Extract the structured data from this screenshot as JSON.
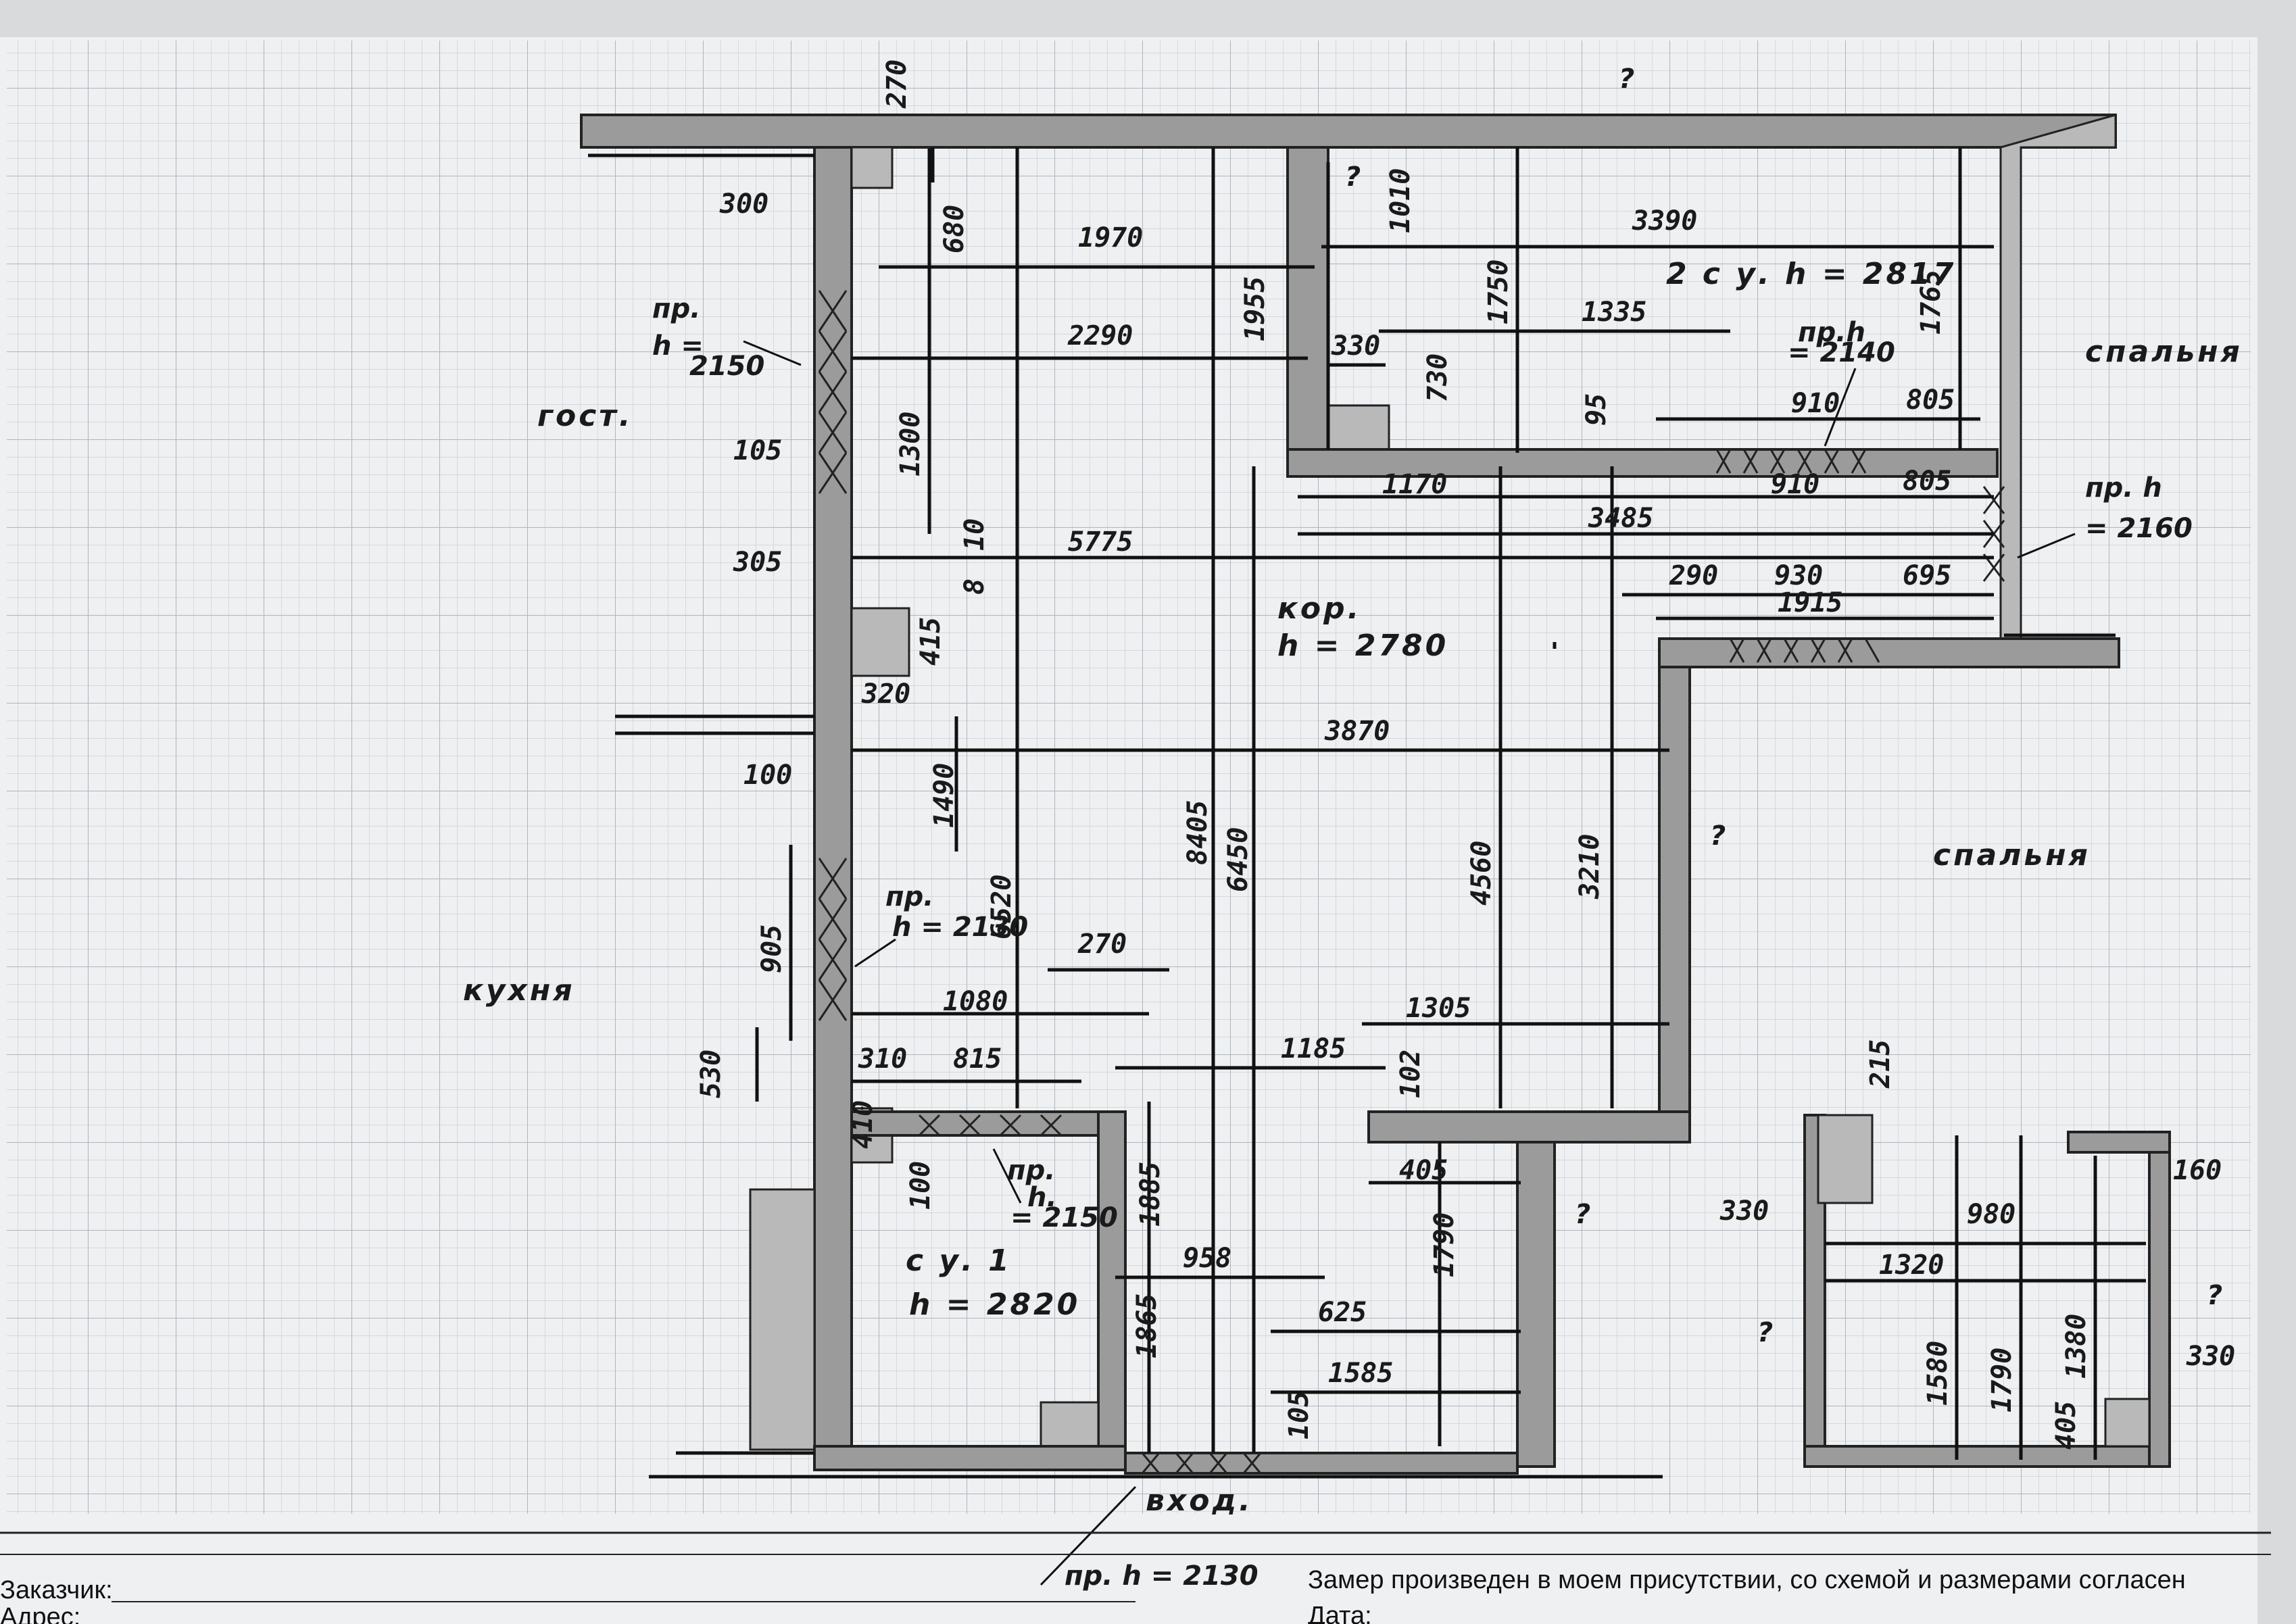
{
  "rooms": {
    "guest": "гост.",
    "kitchen": "кухня",
    "corridor": "кор.",
    "corridor_h": "h = 2780",
    "bath2": "2 с у. h = 2817",
    "bath1": "с у. 1",
    "bath1_h": "h = 2820",
    "bedroom_top": "спальня",
    "bedroom": "спальня",
    "entrance": "вход."
  },
  "notes": {
    "open_top_left_1": "пр.",
    "open_top_left_2": "h =",
    "open_top_left_3": "2150",
    "open_bath2_1": "пр.h",
    "open_bath2_2": "= 2140",
    "open_right_1": "пр. h",
    "open_right_2": "= 2160",
    "open_kitchen_1": "пр.",
    "open_kitchen_2": "h = 2130",
    "open_bath1_1": "пр.",
    "open_bath1_2": "h.",
    "open_bath1_3": "= 2150",
    "open_entrance": "пр. h = 2130",
    "q1": "?",
    "q2": "?",
    "q3": "?",
    "q4": "?",
    "q5": "?",
    "q6": "?"
  },
  "dims": [
    "270",
    "300",
    "680",
    "1970",
    "1955",
    "1010",
    "3390",
    "1750",
    "1765",
    "2290",
    "330",
    "730",
    "1335",
    "105",
    "1300",
    "95",
    "910",
    "805",
    "1170",
    "910",
    "805",
    "3485",
    "305",
    "10",
    "5775",
    "8",
    "290",
    "930",
    "695",
    "1915",
    "415",
    "320",
    "3870",
    "100",
    "1490",
    "8405",
    "6450",
    "4560",
    "3210",
    "6520",
    "905",
    "270",
    "1080",
    "1305",
    "530",
    "310",
    "815",
    "1185",
    "102",
    "410",
    "100",
    "1885",
    "405",
    "1790",
    "958",
    "1865",
    "625",
    "1585",
    "105",
    "215",
    "160",
    "330",
    "980",
    "1320",
    "330",
    "1580",
    "1790",
    "1380",
    "405"
  ],
  "footer": {
    "customer": "Заказчик:",
    "address": "Адрес:",
    "agreement": "Замер произведен в моем присутствии, со схемой и размерами согласен",
    "date": "Дата:"
  }
}
